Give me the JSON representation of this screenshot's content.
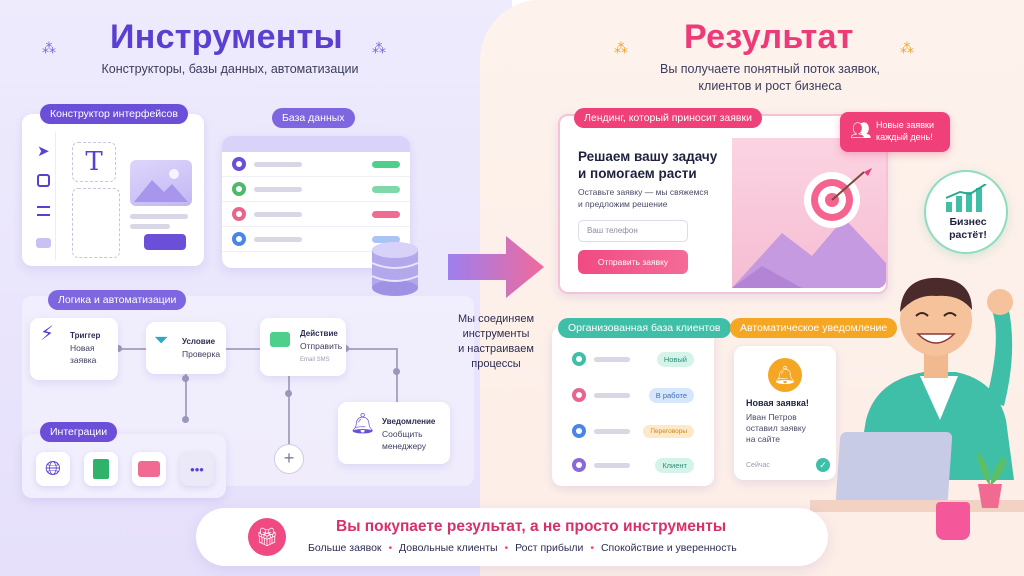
{
  "left": {
    "title": "Инструменты",
    "subtitle": "Конструкторы, базы данных, автоматизации",
    "builder_label": "Конструктор интерфейсов",
    "database_label": "База данных",
    "logic_label": "Логика и автоматизации",
    "integrations_label": "Интеграции",
    "trigger": {
      "title": "Триггер",
      "line1": "Новая",
      "line2": "заявка"
    },
    "condition": {
      "title": "Условие",
      "line1": "Проверка"
    },
    "action": {
      "title": "Действие",
      "line1": "Отправить",
      "line2": "Email SMS"
    },
    "notify": {
      "title": "Уведомление",
      "line1": "Сообщить",
      "line2": "менеджеру"
    }
  },
  "middle": {
    "caption_lines": [
      "Мы соединяем",
      "инструменты",
      "и настраиваем",
      "процессы"
    ]
  },
  "right": {
    "title": "Результат",
    "subtitle_line1": "Вы получаете понятный поток заявок,",
    "subtitle_line2": "клиентов и рост бизнеса",
    "landing_label": "Лендинг, который приносит заявки",
    "landing_heading_line1": "Решаем вашу задачу",
    "landing_heading_line2": "и помогаем расти",
    "landing_text_line1": "Оставьте заявку — мы свяжемся",
    "landing_text_line2": "и предложим решение",
    "phone_placeholder": "Ваш телефон",
    "submit_label": "Отправить заявку",
    "new_leads_line1": "Новые заявки",
    "new_leads_line2": "каждый день!",
    "growth_line1": "Бизнес",
    "growth_line2": "растёт!",
    "crm_label": "Организованная база клиентов",
    "crm_statuses": [
      "Новый",
      "В работе",
      "Переговоры",
      "Клиент"
    ],
    "notification_label": "Автоматическое уведомление",
    "notification": {
      "title": "Новая заявка!",
      "line1": "Иван Петров",
      "line2": "оставил заявку",
      "line3": "на сайте",
      "time": "Сейчас"
    }
  },
  "bottom": {
    "headline": "Вы покупаете результат, а не просто инструменты",
    "benefits": [
      "Больше заявок",
      "Довольные клиенты",
      "Рост прибыли",
      "Спокойствие и уверенность"
    ]
  },
  "colors": {
    "purple": "#6b4fd8",
    "pink": "#f0407a",
    "teal": "#3fbfa8",
    "orange": "#f5a623"
  }
}
